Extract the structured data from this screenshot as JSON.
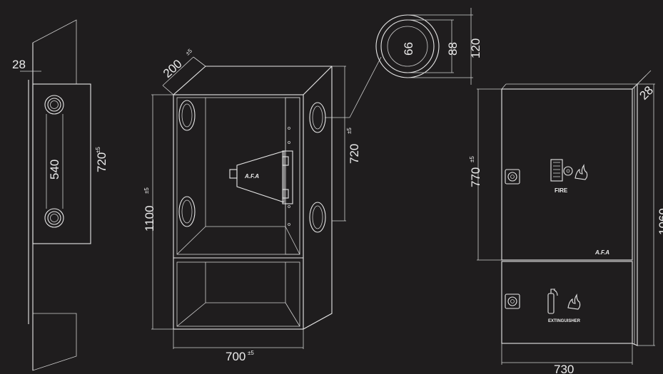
{
  "side_view": {
    "wall_thickness": "28",
    "hole_spacing": "540",
    "height": "720",
    "height_tol": "±5"
  },
  "front_open_view": {
    "depth": "200",
    "depth_tol": "±5",
    "height": "1100",
    "height_tol": "±5",
    "side_height": "720",
    "side_height_tol": "±5",
    "width": "700",
    "width_tol": "±5",
    "brand": "A.F.A"
  },
  "hole_detail": {
    "inner_dia": "66",
    "mid_dia": "88",
    "outer_dia": "120"
  },
  "closed_view": {
    "door_height": "770",
    "door_height_tol": "±5",
    "total_height": "1060",
    "width": "730",
    "thickness": "28",
    "fire_label": "FIRE",
    "extinguisher_label": "EXTINGUISHER",
    "brand": "A.F.A"
  },
  "colors": {
    "background": "#1f1d1e",
    "lines": "#e8e8e8"
  }
}
